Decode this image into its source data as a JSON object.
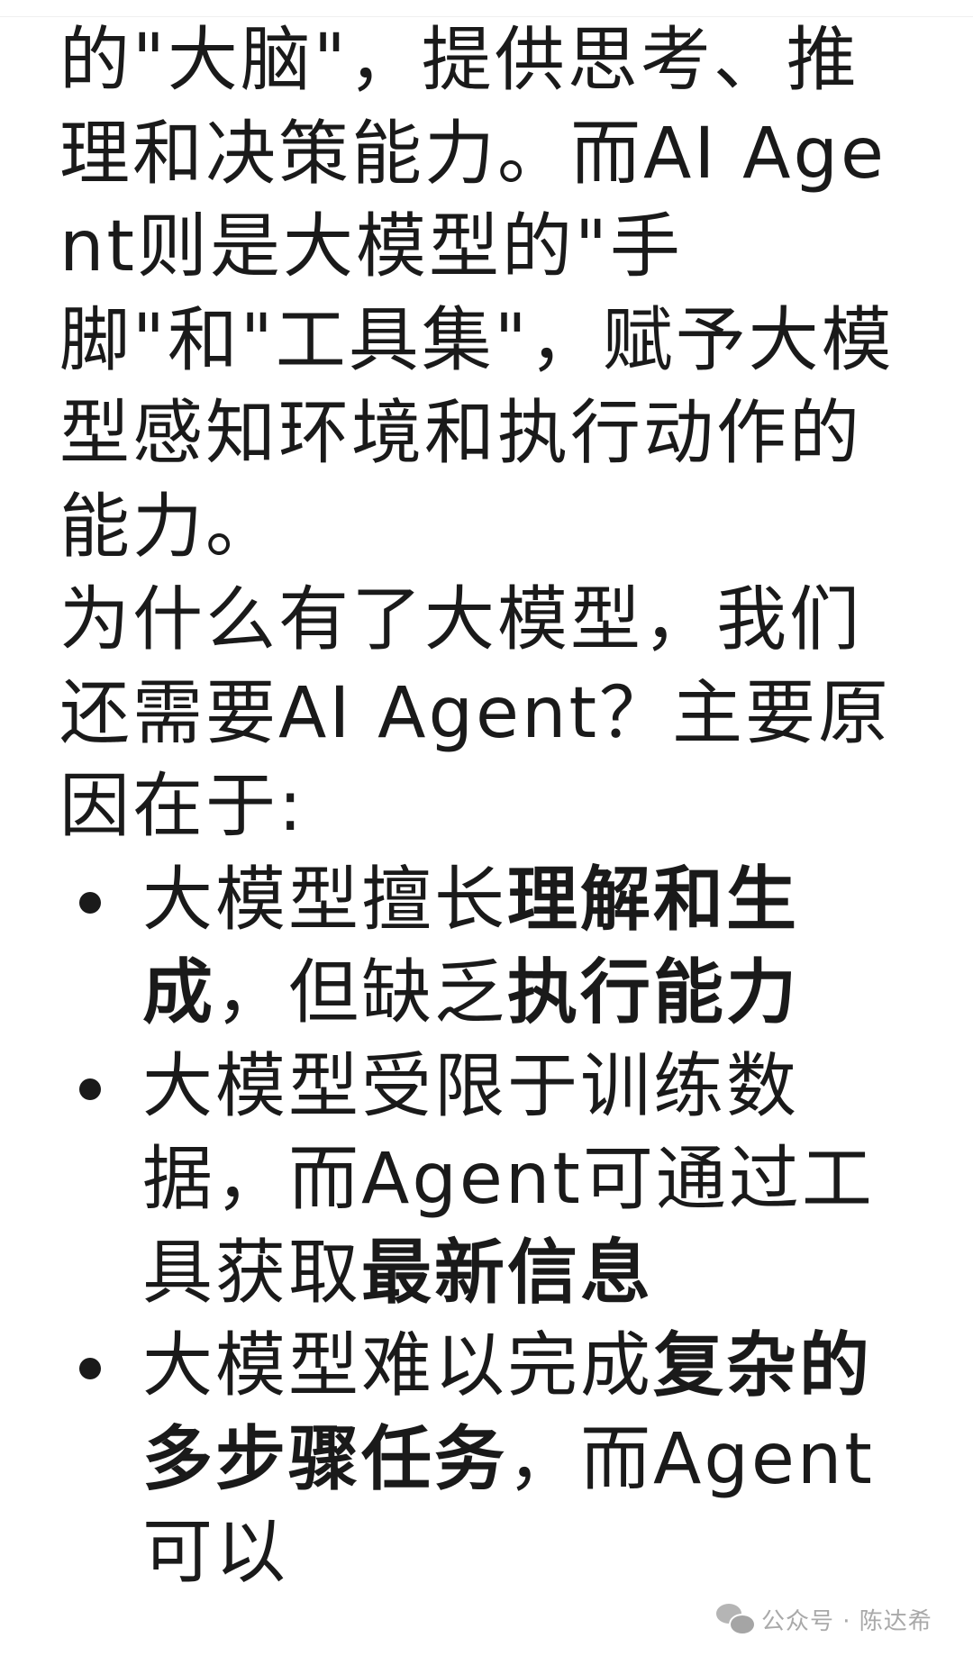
{
  "article": {
    "paragraph1": [
      {
        "text": "的\"大脑\"，提供思考、推理和决策能力。而AI Agent则是大模型的\"手脚\"和\"工具集\"，赋予大模型感知环境和执行动作的能力。",
        "bold": false
      }
    ],
    "paragraph2": "为什么有了大模型，我们还需要AI Agent？主要原因在于:",
    "bullets": [
      {
        "segments": [
          {
            "text": "大模型擅长",
            "bold": false
          },
          {
            "text": "理解和生成",
            "bold": true
          },
          {
            "text": "，但缺乏",
            "bold": false
          },
          {
            "text": "执行能力",
            "bold": true
          }
        ]
      },
      {
        "segments": [
          {
            "text": "大模型受限于训练数据，而Agent可通过工具获取",
            "bold": false
          },
          {
            "text": "最新信息",
            "bold": true
          }
        ]
      },
      {
        "segments": [
          {
            "text": "大模型难以完成",
            "bold": false
          },
          {
            "text": "复杂的多步骤任务",
            "bold": true
          },
          {
            "text": "，而Agent可以",
            "bold": false
          }
        ]
      }
    ]
  },
  "watermark": {
    "icon": "wechat-icon",
    "text": "公众号 · 陈达希"
  }
}
